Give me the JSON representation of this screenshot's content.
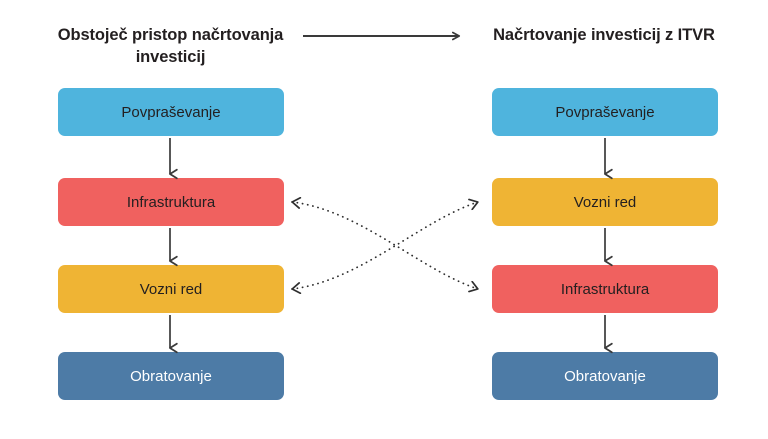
{
  "diagram": {
    "background": "#ffffff",
    "text_dark": "#231f20",
    "text_light": "#ffffff",
    "arrow_color": "#3a3a3a",
    "palette": {
      "blue": "#4fb4dd",
      "red": "#f0615f",
      "yellow": "#efb434",
      "slate": "#4d7ba6"
    },
    "columns": [
      {
        "id": "left",
        "heading": "Obstoječ pristop načrtovanja investicij",
        "nodes": [
          {
            "label": "Povpraševanje",
            "color": "#4fb4dd",
            "text_color": "#231f20"
          },
          {
            "label": "Infrastruktura",
            "color": "#f0615f",
            "text_color": "#231f20"
          },
          {
            "label": "Vozni red",
            "color": "#efb434",
            "text_color": "#231f20"
          },
          {
            "label": "Obratovanje",
            "color": "#4d7ba6",
            "text_color": "#ffffff"
          }
        ]
      },
      {
        "id": "right",
        "heading": "Načrtovanje investicij z ITVR",
        "nodes": [
          {
            "label": "Povpraševanje",
            "color": "#4fb4dd",
            "text_color": "#231f20"
          },
          {
            "label": "Vozni red",
            "color": "#efb434",
            "text_color": "#231f20"
          },
          {
            "label": "Infrastruktura",
            "color": "#f0615f",
            "text_color": "#231f20"
          },
          {
            "label": "Obratovanje",
            "color": "#4d7ba6",
            "text_color": "#ffffff"
          }
        ]
      }
    ],
    "connectors": {
      "heading_arrow": {
        "type": "straight-arrow-right",
        "from": "left-heading",
        "to": "right-heading"
      },
      "vertical_flow": {
        "type": "arrow-down",
        "count": 6
      },
      "cross_links": [
        {
          "type": "dotted-double-arrow",
          "from": "left-infrastruktura",
          "to": "right-infrastruktura"
        },
        {
          "type": "dotted-double-arrow",
          "from": "left-vozni-red",
          "to": "right-vozni-red"
        }
      ]
    }
  }
}
